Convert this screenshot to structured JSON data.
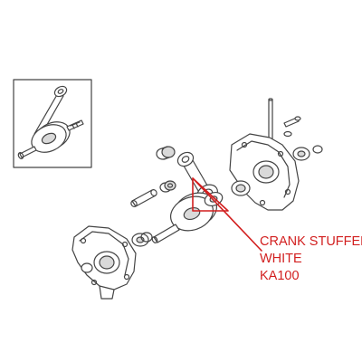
{
  "annotation": {
    "lines": [
      "CRANK STUFFER",
      "WHITE",
      "KA100"
    ],
    "color": "#d21f1f"
  },
  "diagram": {
    "line_color": "#444444",
    "fill_color": "#ffffff",
    "shade_color": "#d9d9d9"
  },
  "icons": [
    "crankshaft-inset",
    "connecting-rod",
    "needle-bearing",
    "piston-pin",
    "crank-stuffer",
    "crankcase-half-left",
    "crankcase-half-right",
    "crankshaft",
    "oil-seal",
    "stud-bolt",
    "callout-arrow"
  ]
}
